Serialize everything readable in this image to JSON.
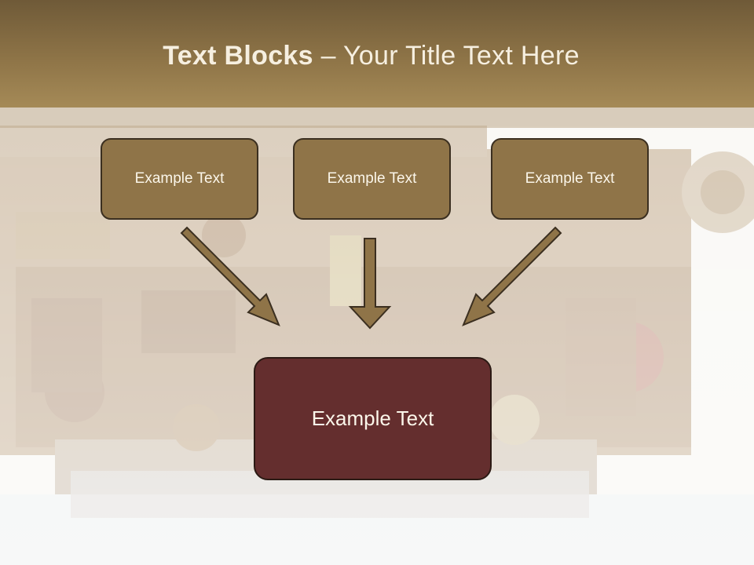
{
  "slide": {
    "title_bold": "Text Blocks",
    "title_dash": " – ",
    "title_rest": "Your Title Text Here"
  },
  "blocks": {
    "top_left": "Example Text",
    "top_center": "Example Text",
    "top_right": "Example Text",
    "main": "Example Text"
  },
  "colors": {
    "header": "#8e7447",
    "box_fill": "#8f7448",
    "main_fill": "#642e2e",
    "arrow_fill": "#8f7448"
  }
}
